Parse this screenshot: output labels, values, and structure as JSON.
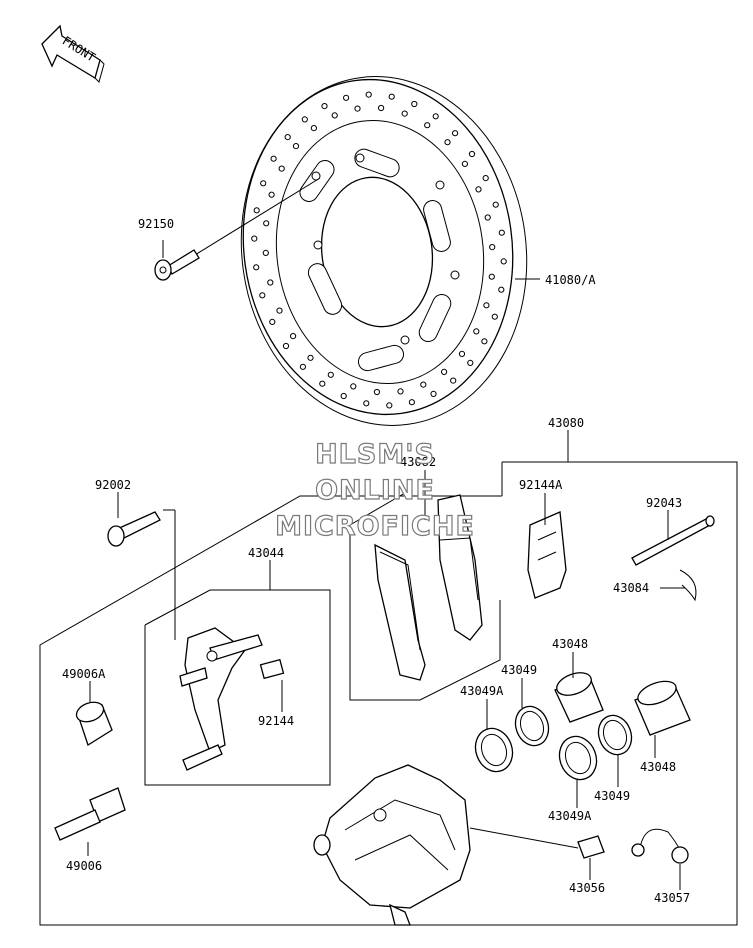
{
  "front_arrow": {
    "label": "FRONT"
  },
  "watermark": {
    "line1": "HLSM'S",
    "line2": "ONLINE",
    "line3": "MICROFICHE"
  },
  "parts": [
    {
      "id": "92150"
    },
    {
      "id": "41080/A"
    },
    {
      "id": "43080"
    },
    {
      "id": "43082"
    },
    {
      "id": "92002"
    },
    {
      "id": "92144A"
    },
    {
      "id": "92043"
    },
    {
      "id": "43084"
    },
    {
      "id": "43044"
    },
    {
      "id": "43048"
    },
    {
      "id": "43049"
    },
    {
      "id": "43049A"
    },
    {
      "id": "49006A"
    },
    {
      "id": "92144"
    },
    {
      "id": "43048"
    },
    {
      "id": "43049A"
    },
    {
      "id": "43049"
    },
    {
      "id": "49006"
    },
    {
      "id": "43056"
    },
    {
      "id": "43057"
    }
  ]
}
